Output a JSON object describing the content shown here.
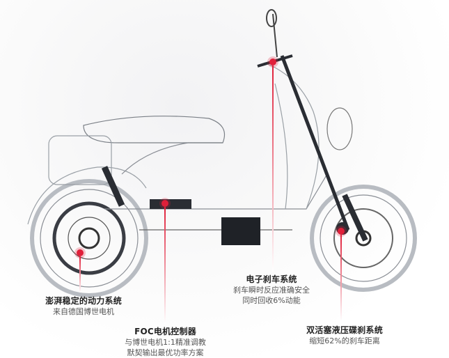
{
  "callouts": [
    {
      "id": "power",
      "title": "澎湃稳定的动力系统",
      "lines": [
        "来自德国博世电机"
      ]
    },
    {
      "id": "controller",
      "title": "FOC电机控制器",
      "lines": [
        "与博世电机1:1精准调教",
        "默契输出最优功率方案"
      ]
    },
    {
      "id": "ebrake",
      "title": "电子刹车系统",
      "lines": [
        "刹车瞬时反应准确安全",
        "同时回收6%动能"
      ]
    },
    {
      "id": "disc",
      "title": "双活塞液压碟刹系统",
      "lines": [
        "缩短62%的刹车距离"
      ]
    }
  ],
  "colors": {
    "accent": "#e0203a",
    "outline": "#8a8e95",
    "frame": "#2a2d33"
  }
}
